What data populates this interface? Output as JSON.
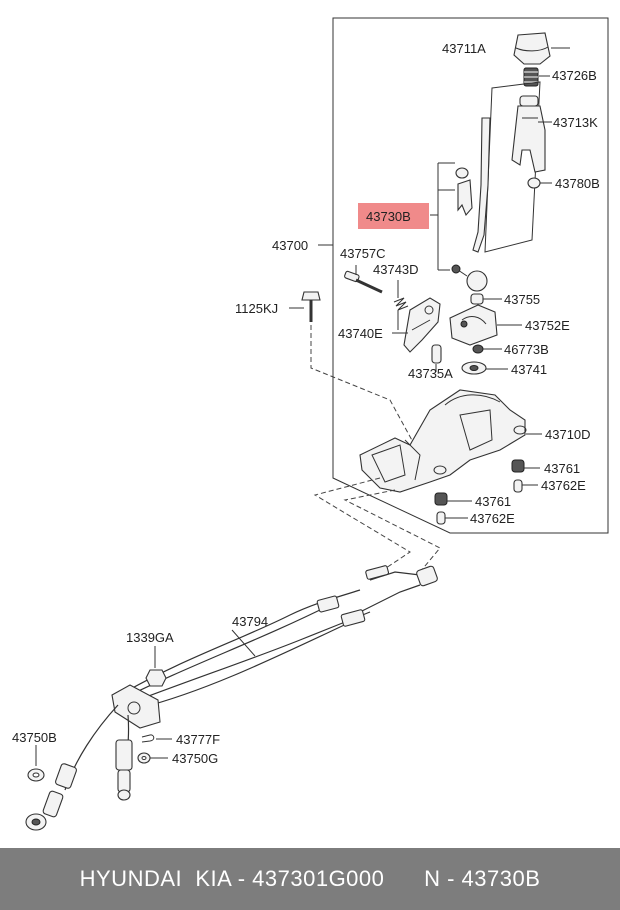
{
  "labels": {
    "p43711A": "43711A",
    "p43726B": "43726B",
    "p43713K": "43713K",
    "p43780B": "43780B",
    "p43730B": "43730B",
    "p43700": "43700",
    "p43757C": "43757C",
    "p43743D": "43743D",
    "p1125KJ": "1125KJ",
    "p43755": "43755",
    "p43740E": "43740E",
    "p43752E": "43752E",
    "p46773B": "46773B",
    "p43735A": "43735A",
    "p43741": "43741",
    "p43710D": "43710D",
    "p43761a": "43761",
    "p43762Ea": "43762E",
    "p43761b": "43761",
    "p43762Eb": "43762E",
    "p43794": "43794",
    "p1339GA": "1339GA",
    "p43750B": "43750B",
    "p43777F": "43777F",
    "p43750G": "43750G"
  },
  "highlight_color": "#f08a8a",
  "footer": {
    "brand": "HYUNDAI  KIA - 437301G000",
    "number": "N - 43730B"
  }
}
